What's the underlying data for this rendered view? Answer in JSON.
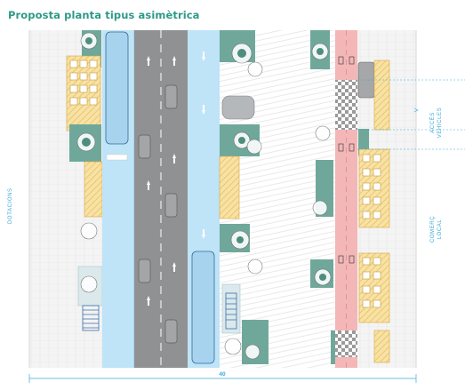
{
  "title": "Proposta planta tipus asimètrica",
  "labels": {
    "left": "DOTACIONS",
    "access_line1": "ACCÉS",
    "access_line2": "VEHICLES",
    "commerce_line1": "COMERÇ",
    "commerce_line2": "LOCAL",
    "width": "40"
  },
  "colors": {
    "title": "#2d9a86",
    "blue_lane": "#bfe3f7",
    "grey_road": "#8f9193",
    "bike_lane": "#f3b7b7",
    "green_block": "#6fa89a",
    "terrace_yellow": "#f5d98a",
    "annotation": "#3ba8d8"
  }
}
